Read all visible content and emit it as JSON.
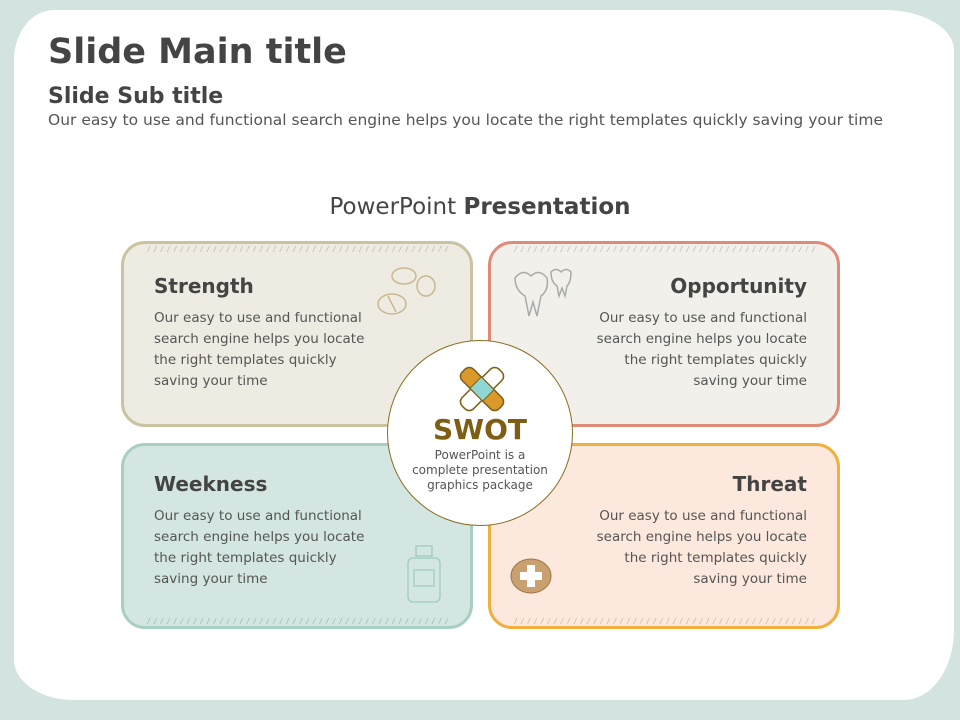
{
  "header": {
    "title": "Slide Main title",
    "subtitle": "Slide Sub title",
    "description": "Our easy to use and functional search engine helps you locate the right templates quickly saving your time"
  },
  "presentation": {
    "title_regular": "PowerPoint",
    "title_bold": "Presentation"
  },
  "cards": [
    {
      "title": "Strength",
      "text": "Our easy to use and functional search engine helps you locate the right templates quickly saving your time"
    },
    {
      "title": "Opportunity",
      "text": "Our easy to use and functional search engine helps you locate the right templates quickly saving your time"
    },
    {
      "title": "Weekness",
      "text": "Our easy to use and functional search engine helps you locate the right templates quickly saving your time"
    },
    {
      "title": "Threat",
      "text": "Our easy to use and functional search engine helps you locate the right templates quickly saving your time"
    }
  ],
  "center": {
    "title": "SWOT",
    "text": "PowerPoint is a complete presentation graphics package"
  }
}
